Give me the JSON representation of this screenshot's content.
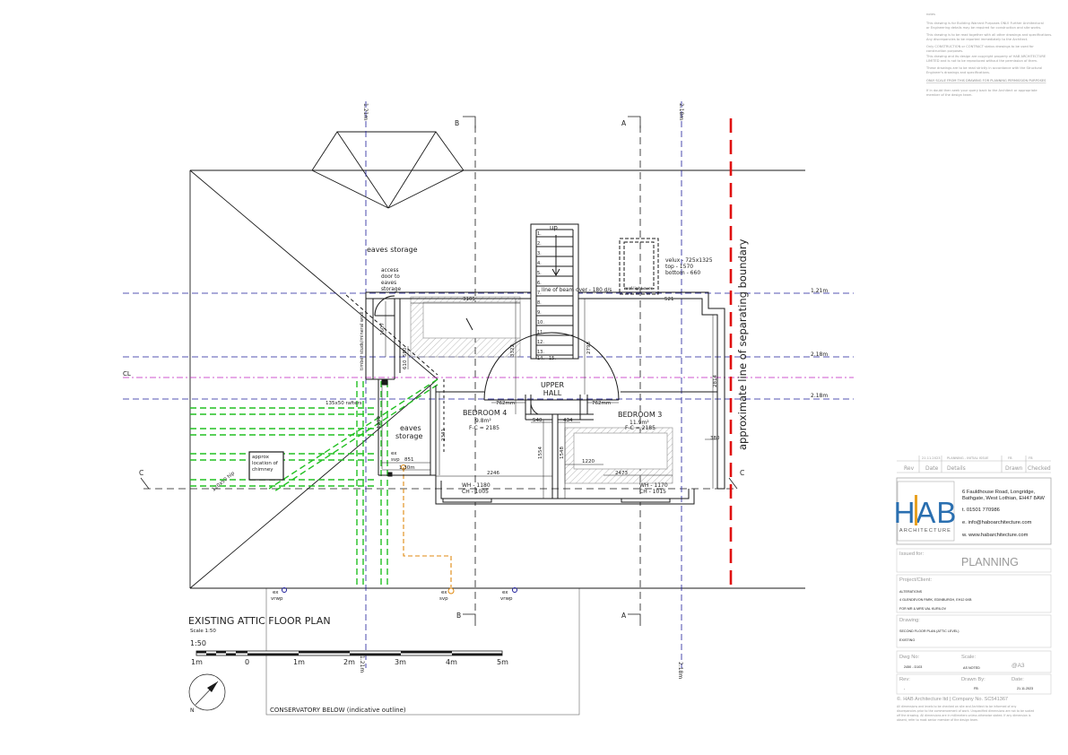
{
  "notes": {
    "heading": "notes",
    "lines": [
      "This drawing is for Building Warrant Purposes ONLY. Further Architectural",
      "or Engineering details may be required for construction and site works.",
      "This drawing is to be read together with all other drawings and specifications.",
      "Any discrepancies to be reported immediately to the Architect.",
      "Only CONSTRUCTION or CONTRACT status drawings to be used for",
      "construction purposes.",
      "This drawing and its design are copyright property of HAB ARCHITECTURE",
      "LIMITED and is not to be reproduced without the permission of them.",
      "These drawings are to be read strictly in accordance with the Structural",
      "Engineer's drawings and specifications."
    ],
    "scale_warning": "ONLY SCALE FROM THIS DRAWING FOR PLANNING PERMISSION PURPOSES",
    "scale_lines": [
      "If in doubt then seek your query back to the Architect or appropriate",
      "member of the design team."
    ]
  },
  "revision_table": {
    "row": {
      "date": "21.11.2023",
      "details": "PLANNING - INITIAL ISSUE",
      "drawn": "FB",
      "checked": "FB"
    },
    "headers": {
      "rev": "Rev",
      "date": "Date",
      "details": "Details",
      "drawn": "Drawn",
      "checked": "Checked"
    }
  },
  "logo": {
    "letters": "HAB",
    "sub": "ARCHITECTURE"
  },
  "company": {
    "address_1": "6  Fauldhouse  Road,  Longridge,",
    "address_2": "Bathgate, West Lothian, EH47 8AW",
    "phone": "t. 01501 770986",
    "email": "e. info@haboarchitecture.com",
    "web": "w. www.habarchitecture.com"
  },
  "title_block": {
    "issued_for_label": "Issued for:",
    "issued_for_value": "PLANNING",
    "project_label": "Project/Client:",
    "project_line_1": "ALTERATIONS",
    "project_line_2": "4 GLENDEVON PARK, EDINBURGH, EH12 6XB",
    "project_line_3": "FOR MR & MRS VAL KURILOV",
    "drawing_label": "Drawing:",
    "drawing_line_1": "SECOND FLOOR PLAN (ATTIC LEVEL)",
    "drawing_line_2": "EXISTING",
    "dwg_no_label": "Dwg No:",
    "dwg_no_value": "2450 - D103",
    "scale_label": "Scale:",
    "scale_value": "AS NOTED",
    "sheet_value": "@A3",
    "rev_label": "Rev:",
    "rev_value": "-",
    "drawn_by_label": "Drawn By:",
    "drawn_by_value": "FB",
    "date_label": "Date:",
    "date_value": "21.11.2023",
    "copyright": "©. HAB Architecture ltd | Company No. SC541367",
    "footer_1": "All dimensions and levels to be checked on site and Architect to be informed of any",
    "footer_2": "discrepancies prior to the commencement of work. Unspecified dimensions are not to be scaled",
    "footer_3": "off the drawing. All dimensions are in millimeters unless otherwise stated. If any dimension is",
    "footer_4": "absent, refer to most senior member of the design team."
  },
  "plan": {
    "title": "EXISTING ATTIC FLOOR PLAN",
    "scale_note": "Scale 1:50",
    "scale_bar_label": "1:50",
    "scale_ticks": [
      "1m",
      "0",
      "1m",
      "2m",
      "3m",
      "4m",
      "5m"
    ],
    "conservatory": "CONSERVATORY BELOW (indicative outline)",
    "boundary": "approximate line of separating boundary",
    "eaves_storage_top": "eaves storage",
    "access_door": [
      "access",
      "door to",
      "eaves",
      "storage"
    ],
    "eaves_storage_mid": [
      "eaves",
      "storage"
    ],
    "rafters": "135x50 rafters",
    "timber_studs": "timber studs/mineral wool",
    "chimney": [
      "approx",
      "location of",
      "chimney"
    ],
    "upper_hall": [
      "UPPER",
      "HALL"
    ],
    "bedroom4": {
      "name": "BEDROOM 4",
      "area": "9.8m²",
      "fc": "F-C = 2185",
      "wh": "WH - 1180",
      "ch": "CH - 1005"
    },
    "bedroom3": {
      "name": "BEDROOM 3",
      "area": "11.9m²",
      "fc": "F-C = 2185",
      "wh": "WH - 1170",
      "ch": "CH - 1015"
    },
    "velux": [
      "velux - 725x1325",
      "top - 1570",
      "bottom - 660"
    ],
    "roof_light": "roof light over",
    "beam_note": "line of beam over - 180 d/s",
    "stair_up": "up",
    "stair_steps": [
      "1.",
      "2.",
      "3.",
      "4.",
      "5.",
      "6.",
      "7.",
      "8.",
      "9.",
      "10.",
      "11.",
      "12.",
      "13.",
      "14.",
      "15."
    ],
    "ex_svp_inside": [
      "ex",
      "svp"
    ],
    "ex_svp_bottom": [
      "ex",
      "svp"
    ],
    "ex_vrwp_left": [
      "ex",
      "vrwp"
    ],
    "ex_vrwp_right": [
      "ex",
      "vrwp"
    ],
    "ridge": "120x50 hip",
    "section_a": "A",
    "section_b": "B",
    "section_c": "C",
    "cl": "CL",
    "dims": {
      "d3105": "3105",
      "d1607": "1607",
      "d3322": "3322",
      "d2798": "2798",
      "d2814": "2814",
      "d521": "521",
      "d380": "380",
      "d762": "762mm",
      "d762b": "762mm",
      "d540": "540",
      "d434": "434",
      "d1554": "1554",
      "d1548": "1548",
      "d2341": "2341",
      "d1220": "1220",
      "d2473": "2473",
      "d2246": "2246",
      "d851": "851",
      "d1300": "1.30m",
      "d1290": "1290",
      "d610": "610",
      "d580": "580"
    },
    "heights": {
      "h121": "1.21m",
      "h218": "2.18m"
    }
  },
  "colors": {
    "line": "#1a1a1a",
    "blue_grid": "#1c1c9a",
    "magenta_cl": "#c020c0",
    "green_existing": "#22c022",
    "orange_svp": "#e08a10",
    "red_boundary": "#e01010",
    "logo_orange": "#e8a020",
    "logo_blue": "#2a6fb0"
  }
}
